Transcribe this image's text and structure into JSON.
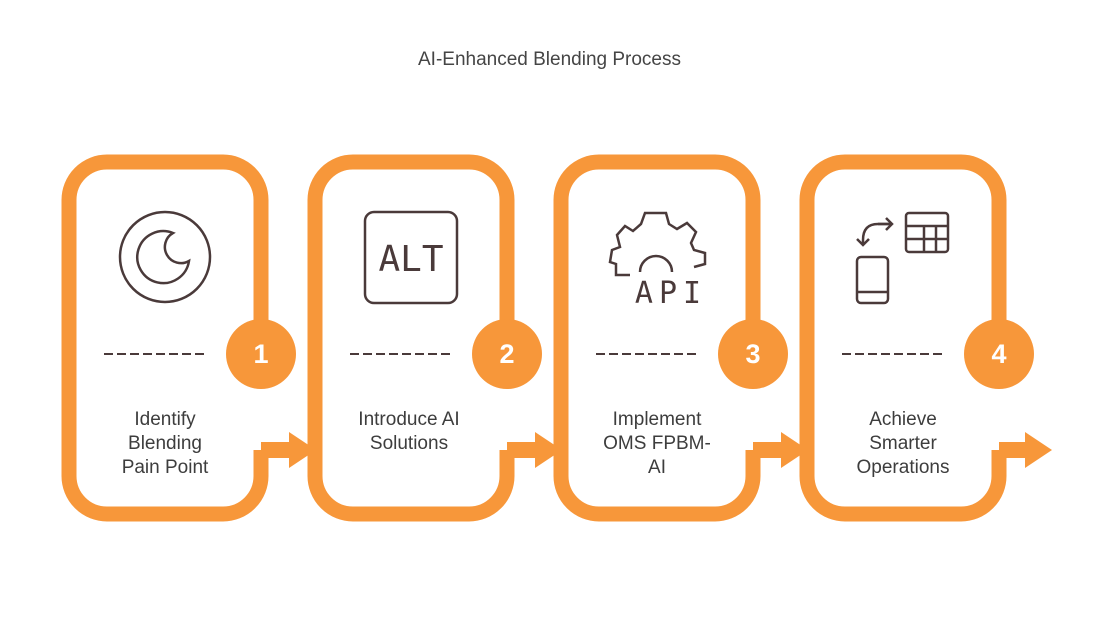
{
  "title": "AI-Enhanced Blending Process",
  "accent_color": "#F7973A",
  "icon_color": "#4a3a3a",
  "steps": [
    {
      "number": "1",
      "label": "Identify Blending Pain Point",
      "label_lines": [
        "Identify",
        "Blending",
        "Pain Point"
      ],
      "icon": "moon-circle-icon"
    },
    {
      "number": "2",
      "label": "Introduce AI Solutions",
      "label_lines": [
        "Introduce AI",
        "Solutions"
      ],
      "icon": "alt-text-icon",
      "icon_text": "ALT"
    },
    {
      "number": "3",
      "label": "Implement OMS FPBM-AI",
      "label_lines": [
        "Implement",
        "OMS FPBM-",
        "AI"
      ],
      "icon": "gear-api-icon",
      "icon_text": "API"
    },
    {
      "number": "4",
      "label": "Achieve Smarter Operations",
      "label_lines": [
        "Achieve",
        "Smarter",
        "Operations"
      ],
      "icon": "device-table-sync-icon"
    }
  ]
}
